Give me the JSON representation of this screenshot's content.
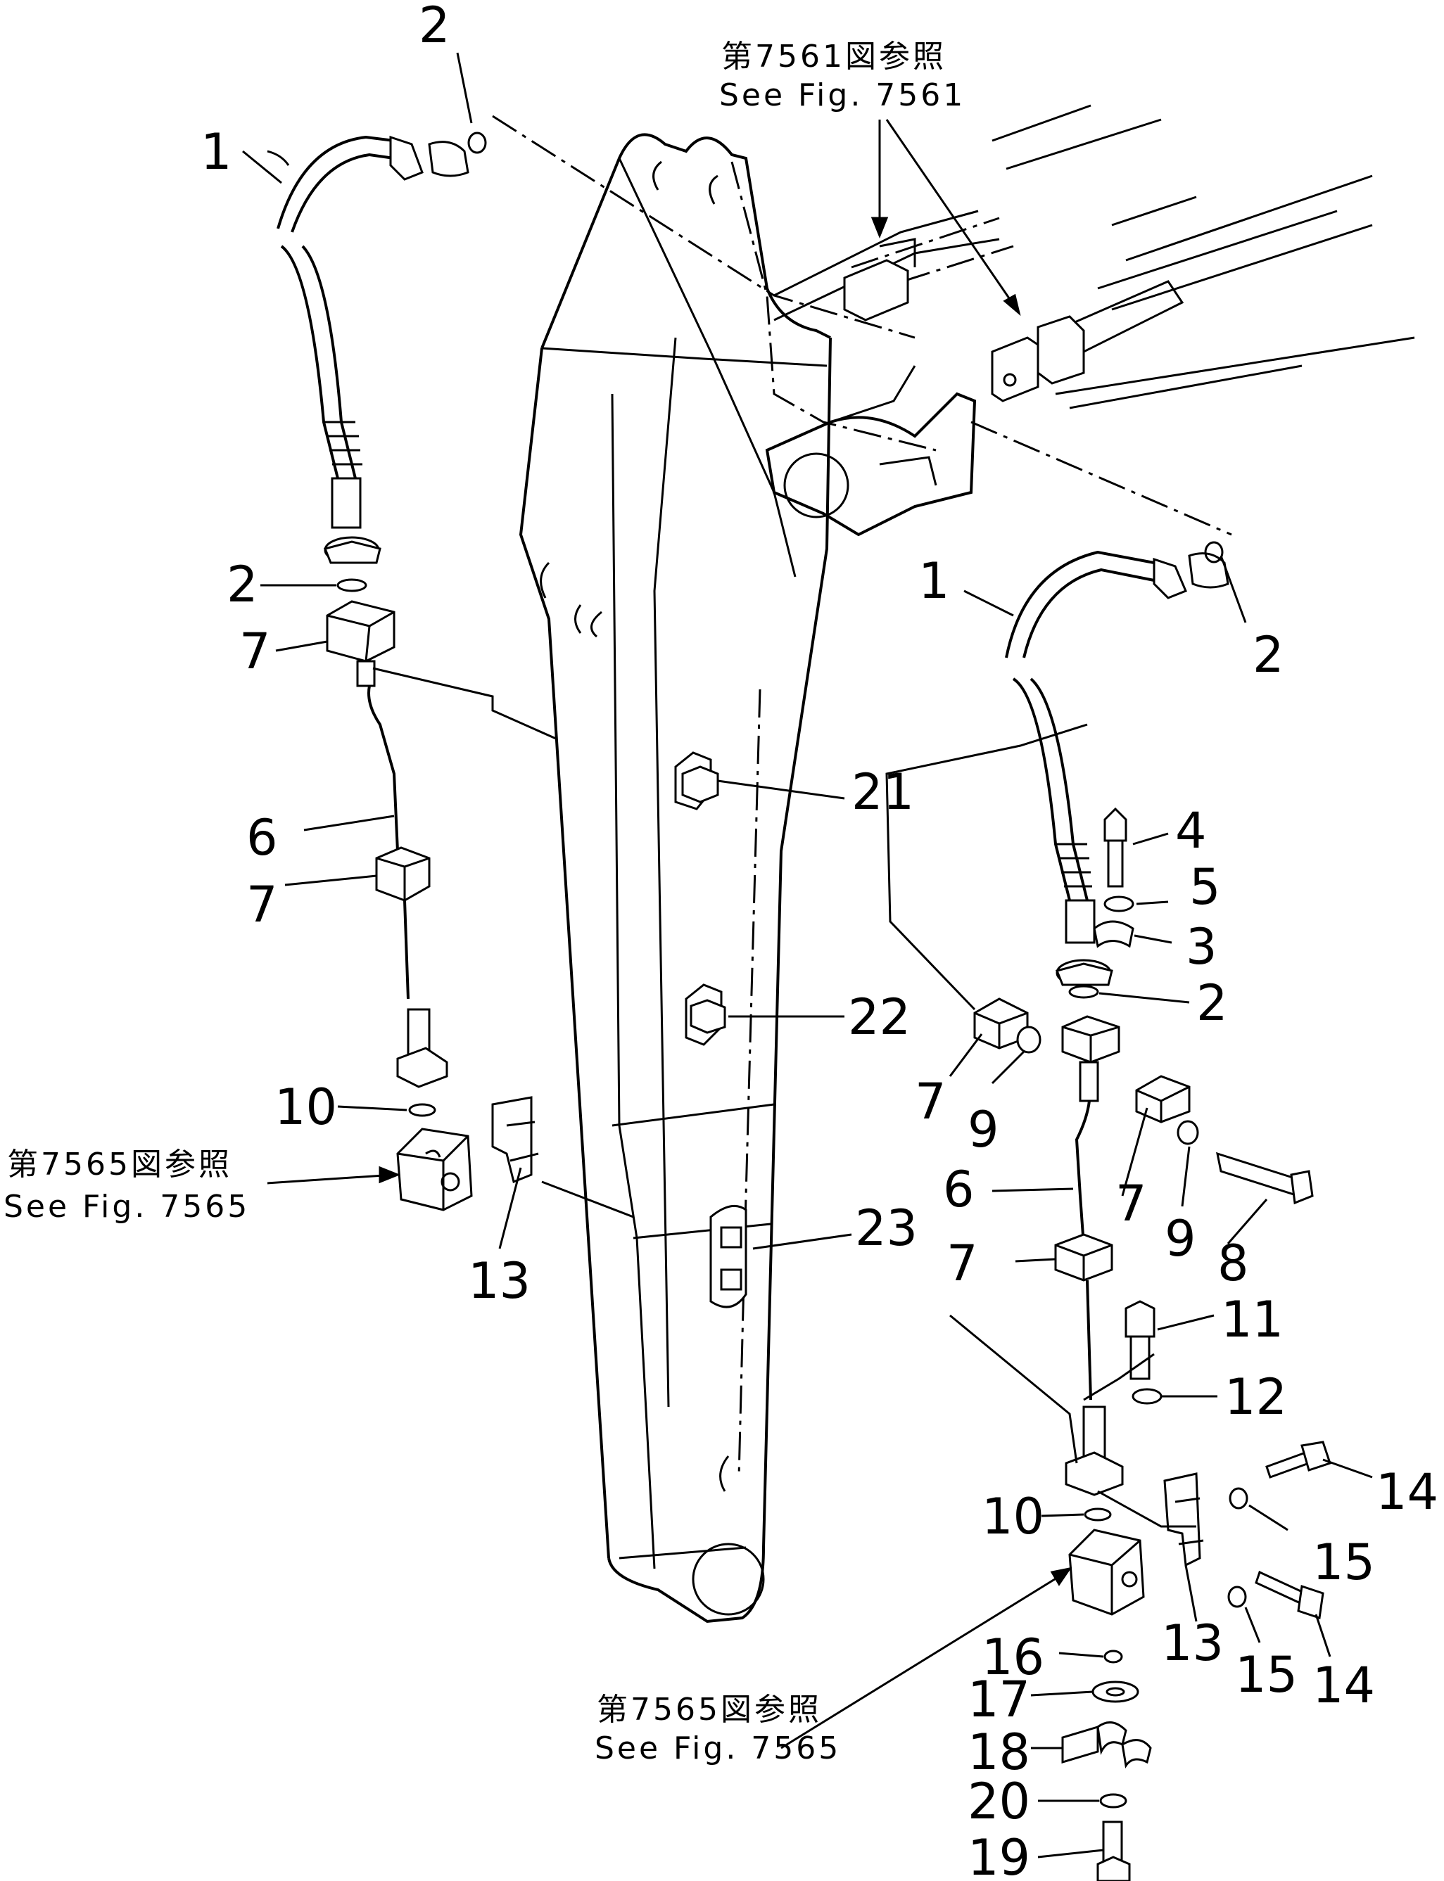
{
  "refs": {
    "fig7561": {
      "ja": "第7561図参照",
      "en": "See  Fig.  7561"
    },
    "fig7565_left": {
      "ja": "第7565図参照",
      "en": "See  Fig.  7565"
    },
    "fig7565_bottom": {
      "ja": "第7565図参照",
      "en": "See  Fig.  7565"
    }
  },
  "labels": {
    "l1a": "1",
    "l1b": "1",
    "l2a": "2",
    "l2b": "2",
    "l2c": "2",
    "l2d": "2",
    "l3": "3",
    "l4": "4",
    "l5": "5",
    "l6a": "6",
    "l6b": "6",
    "l7a": "7",
    "l7b": "7",
    "l7c": "7",
    "l7d": "7",
    "l7e": "7",
    "l8": "8",
    "l9a": "9",
    "l9b": "9",
    "l10a": "10",
    "l10b": "10",
    "l11": "11",
    "l12": "12",
    "l13a": "13",
    "l13b": "13",
    "l14a": "14",
    "l14b": "14",
    "l15a": "15",
    "l15b": "15",
    "l16": "16",
    "l17": "17",
    "l18": "18",
    "l19": "19",
    "l20": "20",
    "l21": "21",
    "l22": "22",
    "l23": "23"
  }
}
